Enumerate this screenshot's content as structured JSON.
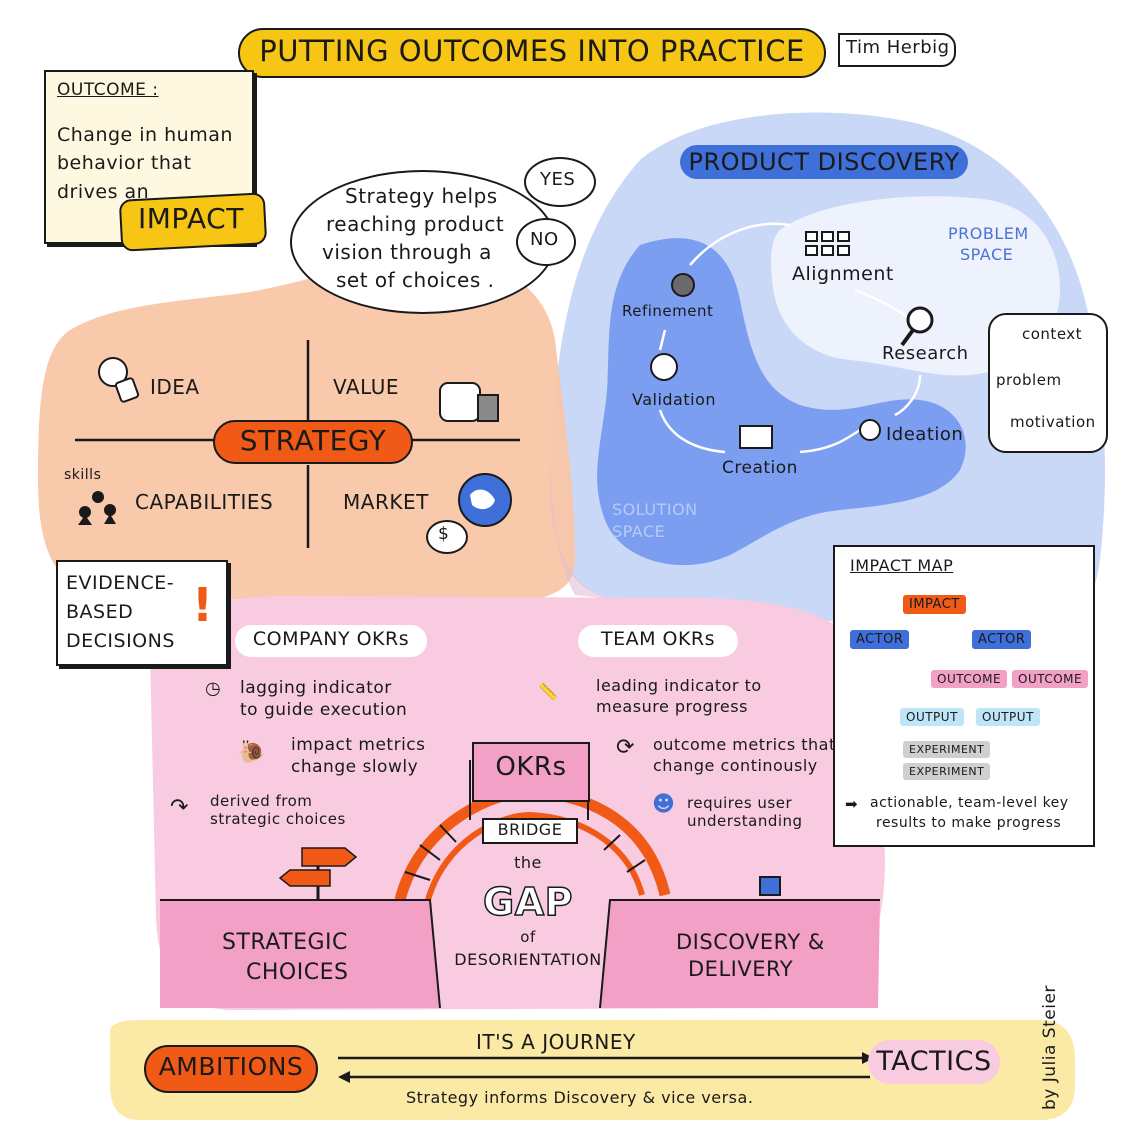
{
  "title": "PUTTING OUTCOMES INTO PRACTICE",
  "author": "Tim Herbig",
  "signature": "by Julia Steier",
  "colors": {
    "title_yellow": "#f7c514",
    "strategy_blob": "#f9c6a6",
    "strategy_pill": "#f05a16",
    "discovery_blob": "#c9d8f7",
    "solution_blob": "#7c9ef0",
    "okr_blob": "#f8cbe1",
    "okr_banner": "#f2a0c6",
    "journey_band": "#fbe9a6",
    "note_paper": "#fdf8df"
  },
  "outcome_note": {
    "heading": "OUTCOME :",
    "line1": "Change in human",
    "line2": "behavior that",
    "line3": "drives an",
    "impact": "IMPACT"
  },
  "speech": {
    "line1": "Strategy helps",
    "line2": "reaching product",
    "line3": "vision through a",
    "line4": "set of choices .",
    "yes": "YES",
    "no": "NO"
  },
  "strategy": {
    "center": "STRATEGY",
    "idea": "IDEA",
    "value": "VALUE",
    "capabilities": "CAPABILITIES",
    "skills": "skills",
    "market": "MARKET",
    "dollar": "$"
  },
  "evidence": {
    "line1": "EVIDENCE-",
    "line2": "BASED",
    "line3": "DECISIONS",
    "mark": "!"
  },
  "discovery": {
    "title": "PRODUCT DISCOVERY",
    "problem_space": "PROBLEM\nSPACE",
    "problem_line1": "PROBLEM",
    "problem_line2": "SPACE",
    "solution_line1": "SOLUTION",
    "solution_line2": "SPACE",
    "refinement": "Refinement",
    "alignment": "Alignment",
    "research": "Research",
    "validation": "Validation",
    "creation": "Creation",
    "ideation": "Ideation",
    "context": "context",
    "problem": "problem",
    "motivation": "motivation"
  },
  "impact_map": {
    "heading": "IMPACT MAP",
    "impact": "IMPACT",
    "actor1": "ACTOR",
    "actor2": "ACTOR",
    "outcome1": "OUTCOME",
    "outcome2": "OUTCOME",
    "output1": "OUTPUT",
    "output2": "OUTPUT",
    "experiment1": "EXPERIMENT",
    "experiment2": "EXPERIMENT",
    "note_line1": "actionable, team-level key",
    "note_line2": "results to make progress"
  },
  "company_okrs": {
    "title": "COMPANY OKRs",
    "item1_line1": "lagging indicator",
    "item1_line2": "to guide execution",
    "item2_line1": "impact metrics",
    "item2_line2": "change slowly",
    "item3_line1": "derived from",
    "item3_line2": "strategic choices"
  },
  "team_okrs": {
    "title": "TEAM OKRs",
    "item1_line1": "leading indicator to",
    "item1_line2": "measure progress",
    "item2_line1": "outcome metrics that",
    "item2_line2": "change continously",
    "item3_line1": "requires user",
    "item3_line2": "understanding"
  },
  "bridge": {
    "banner": "OKRs",
    "bridge": "BRIDGE",
    "the": "the",
    "gap": "GAP",
    "of": "of",
    "desorientation": "DESORIENTATION",
    "left_line1": "STRATEGIC",
    "left_line2": "CHOICES",
    "right_line1": "DISCOVERY &",
    "right_line2": "DELIVERY"
  },
  "journey": {
    "ambitions": "AMBITIONS",
    "tactics": "TACTICS",
    "top": "IT'S A JOURNEY",
    "bottom": "Strategy informs Discovery & vice versa."
  }
}
